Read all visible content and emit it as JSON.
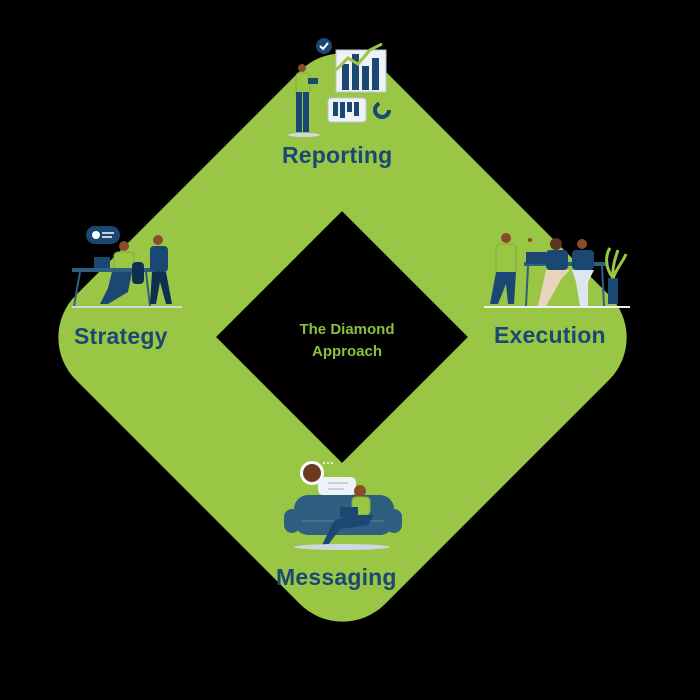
{
  "diagram": {
    "center": {
      "line1": "The Diamond",
      "line2": "Approach"
    },
    "stages": [
      {
        "id": "reporting",
        "label": "Reporting",
        "position": "top",
        "illustration": "person-with-laptop-beside-bar-chart-dashboard"
      },
      {
        "id": "strategy",
        "label": "Strategy",
        "position": "left",
        "illustration": "two-people-at-desk-with-laptop-and-speech-bubble"
      },
      {
        "id": "execution",
        "label": "Execution",
        "position": "right",
        "illustration": "team-collaborating-at-table-with-plant"
      },
      {
        "id": "messaging",
        "label": "Messaging",
        "position": "bottom",
        "illustration": "person-on-couch-with-laptop-chatting"
      }
    ],
    "colors": {
      "background": "#000000",
      "diamond_fill": "#9AC645",
      "center_fill": "#000000",
      "center_text": "#8DBF3F",
      "label_text": "#1B4872"
    }
  }
}
